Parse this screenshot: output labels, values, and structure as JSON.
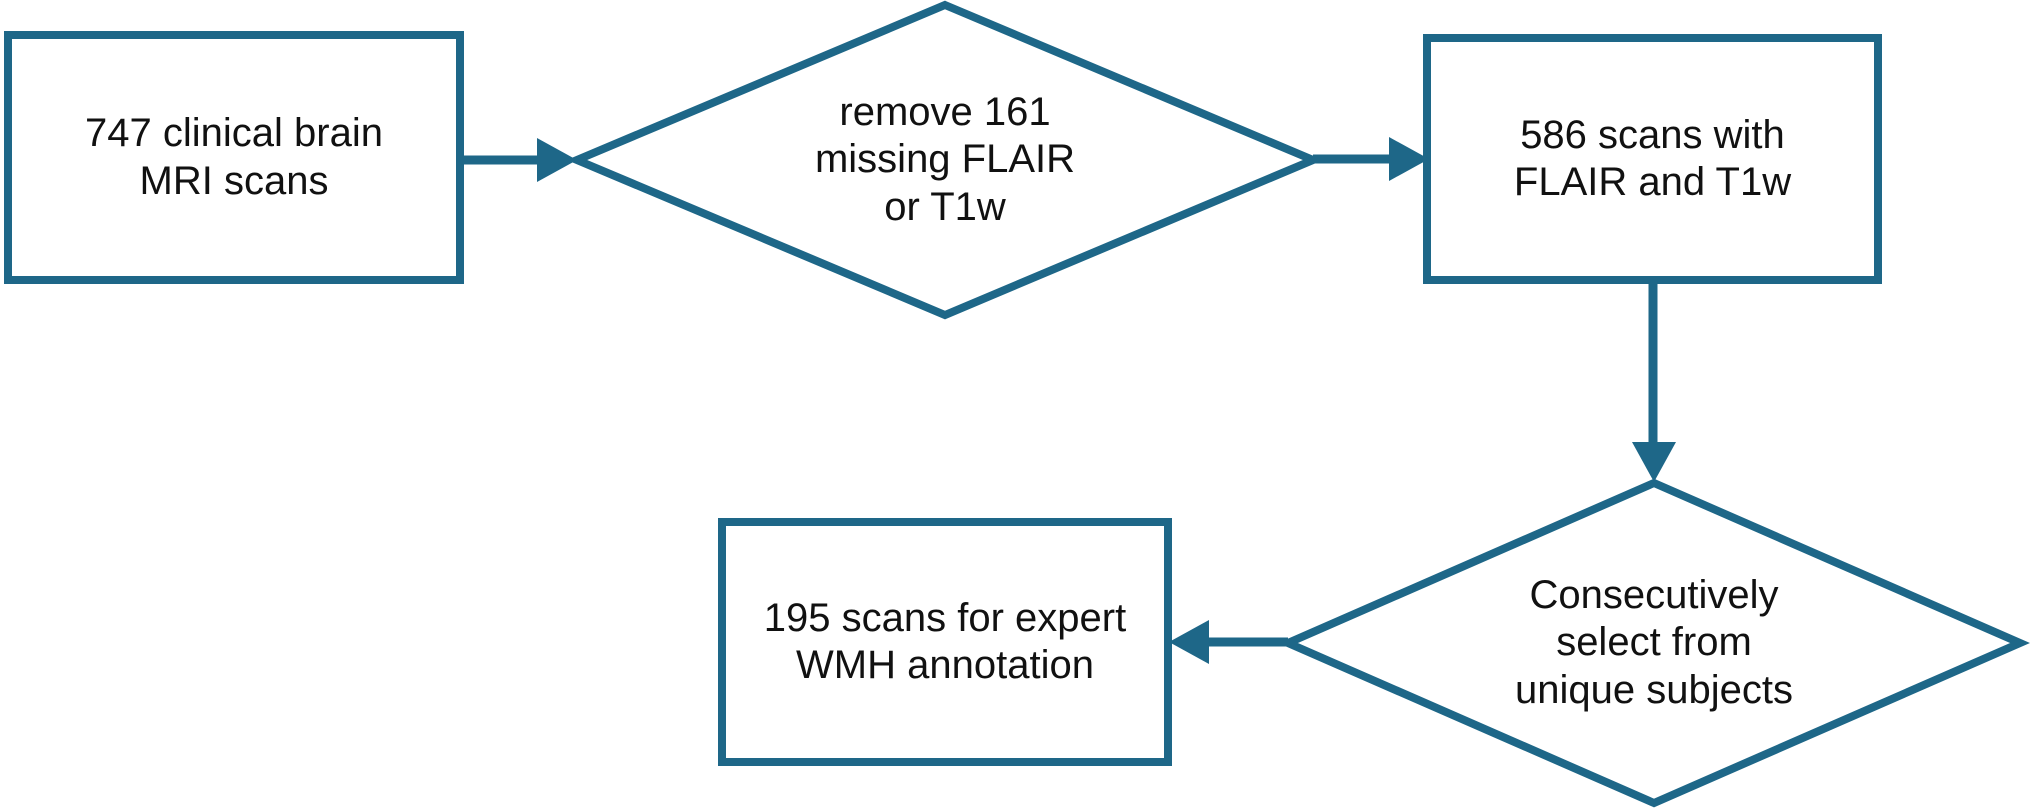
{
  "diagram": {
    "type": "flowchart",
    "colors": {
      "stroke": "#1e6788",
      "node_fill": "#ffffff",
      "text": "#111111",
      "background": "#ffffff"
    },
    "nodes": [
      {
        "id": "mri-scans-747",
        "shape": "rectangle",
        "label": "747 clinical brain\nMRI scans"
      },
      {
        "id": "remove-missing",
        "shape": "diamond",
        "label": "remove 161\nmissing FLAIR\nor T1w"
      },
      {
        "id": "scans-with-flair-t1w",
        "shape": "rectangle",
        "label": "586 scans with\nFLAIR and T1w"
      },
      {
        "id": "select-unique-subjects",
        "shape": "diamond",
        "label": "Consecutively\nselect from\nunique subjects"
      },
      {
        "id": "scans-for-annotation",
        "shape": "rectangle",
        "label": "195 scans for expert\nWMH annotation"
      }
    ],
    "edges": [
      {
        "from": "mri-scans-747",
        "to": "remove-missing",
        "direction": "right"
      },
      {
        "from": "remove-missing",
        "to": "scans-with-flair-t1w",
        "direction": "right"
      },
      {
        "from": "scans-with-flair-t1w",
        "to": "select-unique-subjects",
        "direction": "down"
      },
      {
        "from": "select-unique-subjects",
        "to": "scans-for-annotation",
        "direction": "left"
      }
    ]
  }
}
